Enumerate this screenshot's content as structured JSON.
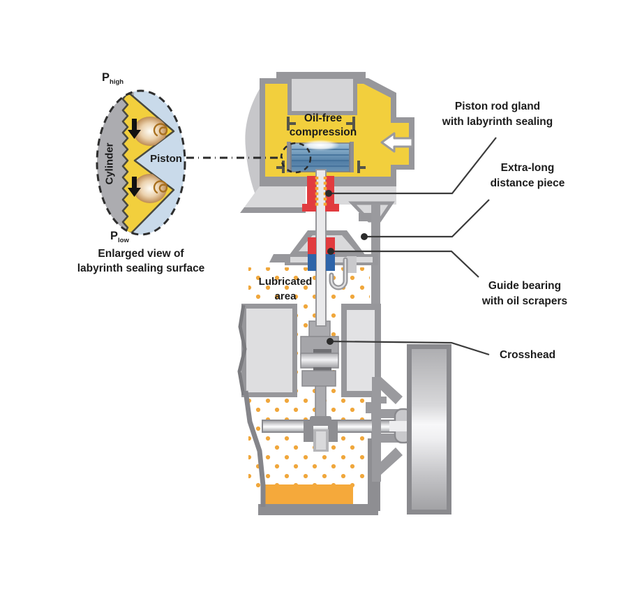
{
  "figure": {
    "inset": {
      "p_high_main": "P",
      "p_high_sub": "high",
      "p_low_main": "P",
      "p_low_sub": "low",
      "cylinder_label": "Cylinder",
      "piston_label": "Piston",
      "caption_line1": "Enlarged view of",
      "caption_line2": "labyrinth sealing surface"
    },
    "machine": {
      "chamber_line1": "Oil-free",
      "chamber_line2": "compression",
      "lubricated_line1": "Lubricated",
      "lubricated_line2": "area"
    },
    "callouts": [
      {
        "line1": "Piston rod gland",
        "line2": "with labyrinth sealing"
      },
      {
        "line1": "Extra-long",
        "line2": "distance piece"
      },
      {
        "line1": "Guide bearing",
        "line2": "with oil scrapers"
      },
      {
        "line1": "Crosshead",
        "line2": ""
      }
    ],
    "colors": {
      "cylinder_yellow": "#F2CF3D",
      "casing_gray": "#97979B",
      "light_gray": "#D9D9DB",
      "gland_red": "#E13B3F",
      "scraper_blue": "#2E64A9",
      "oil_dot_orange": "#F0A73C",
      "sump_orange": "#F5A93B",
      "piston_blue": "#5E88AC",
      "inset_cylinder_gray": "#ACACB0",
      "inset_piston_blue": "#C9DAEA"
    }
  }
}
